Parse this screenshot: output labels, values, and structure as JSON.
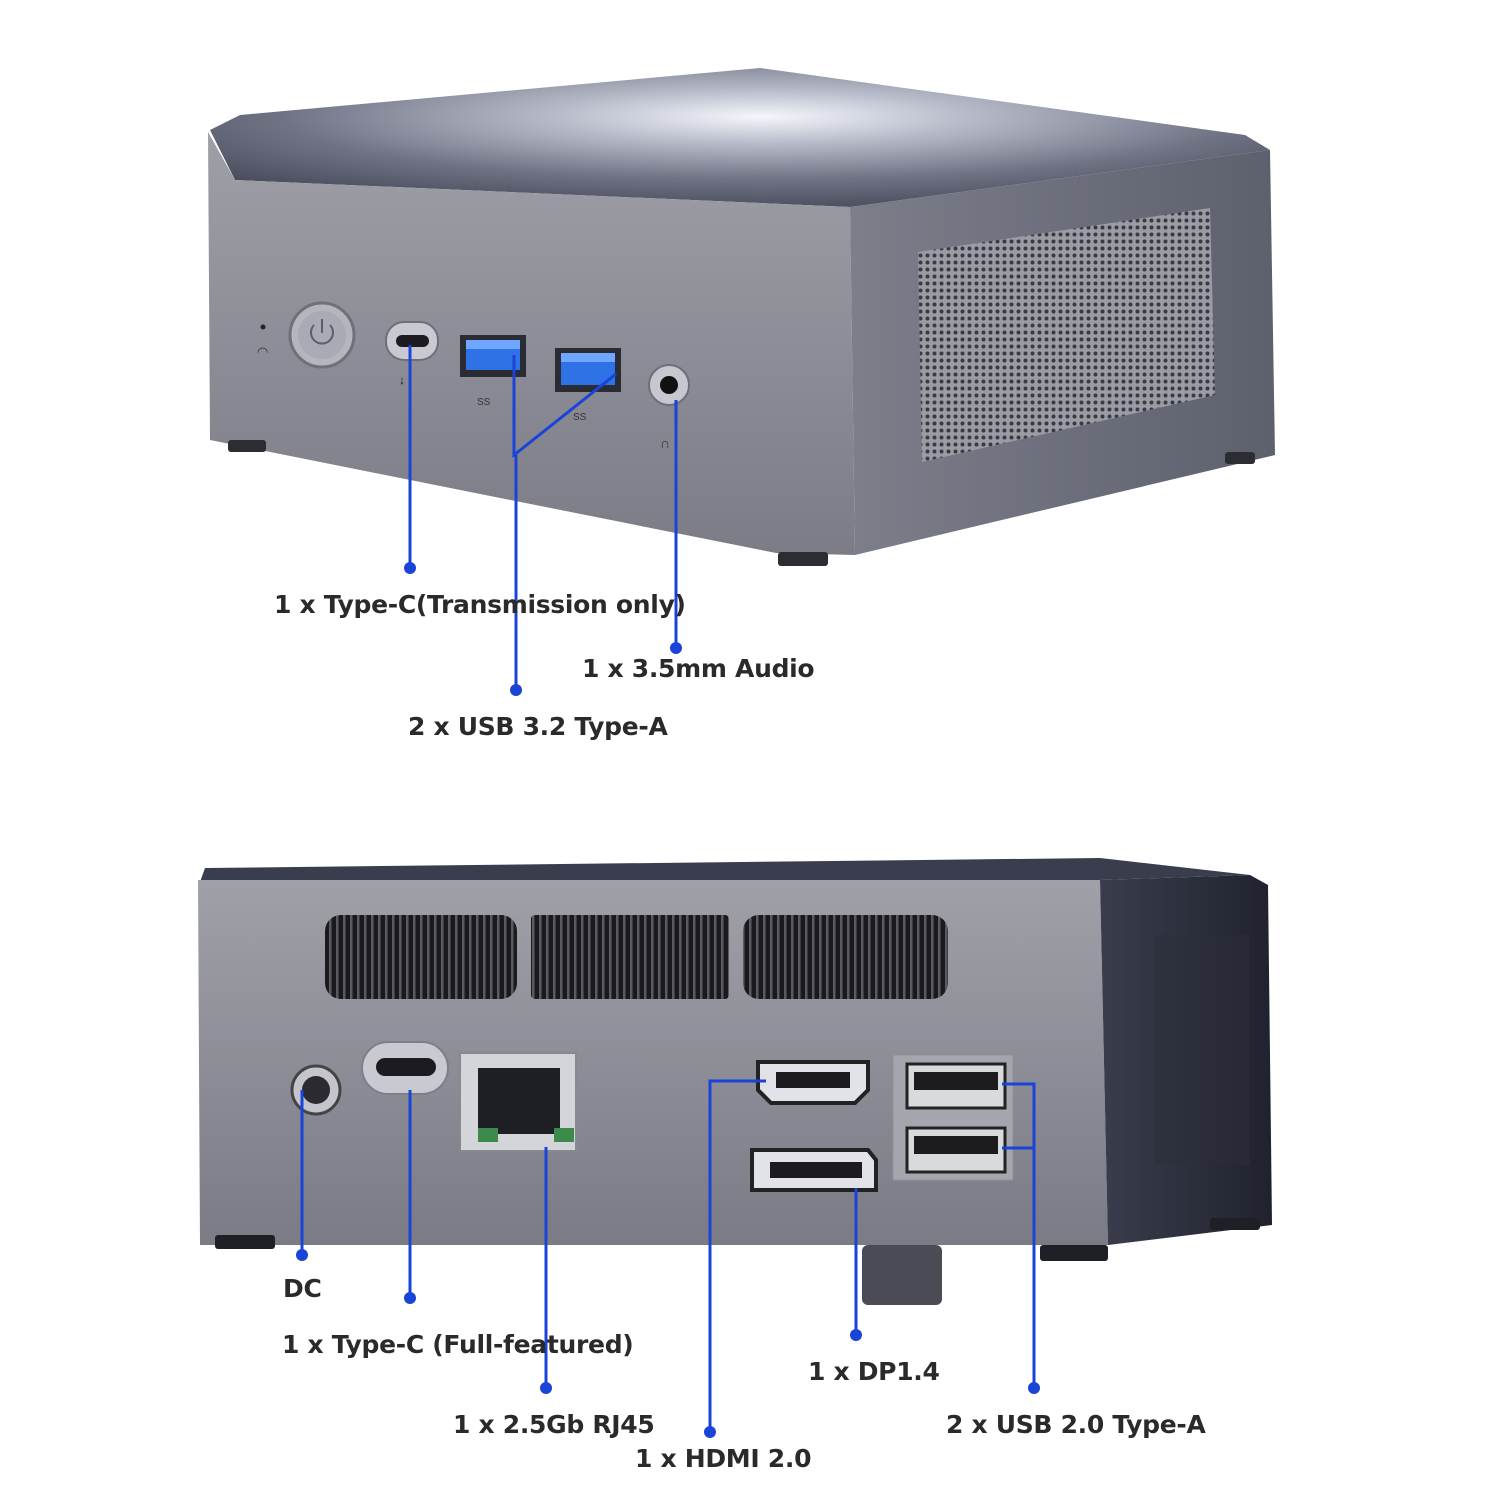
{
  "front_view": {
    "labels": {
      "type_c": "1 x Type-C(Transmission only)",
      "audio": "1 x 3.5mm Audio",
      "usb32": "2 x USB 3.2  Type-A"
    },
    "port_marks": {
      "type_c": "⭭",
      "usb_a_1": "SS",
      "usb_a_2": "SS"
    }
  },
  "rear_view": {
    "labels": {
      "dc": "DC",
      "type_c": "1 x Type-C (Full-featured)",
      "rj45": "1 x 2.5Gb RJ45",
      "hdmi": "1 x HDMI 2.0",
      "dp": "1 x DP1.4",
      "usb20": "2 x USB 2.0 Type-A"
    }
  },
  "colors": {
    "callout_line": "#1a44d8",
    "case_dark": "#3c3f4e",
    "case_front": "#8a8b94",
    "usb3_blue": "#2f72e6"
  }
}
